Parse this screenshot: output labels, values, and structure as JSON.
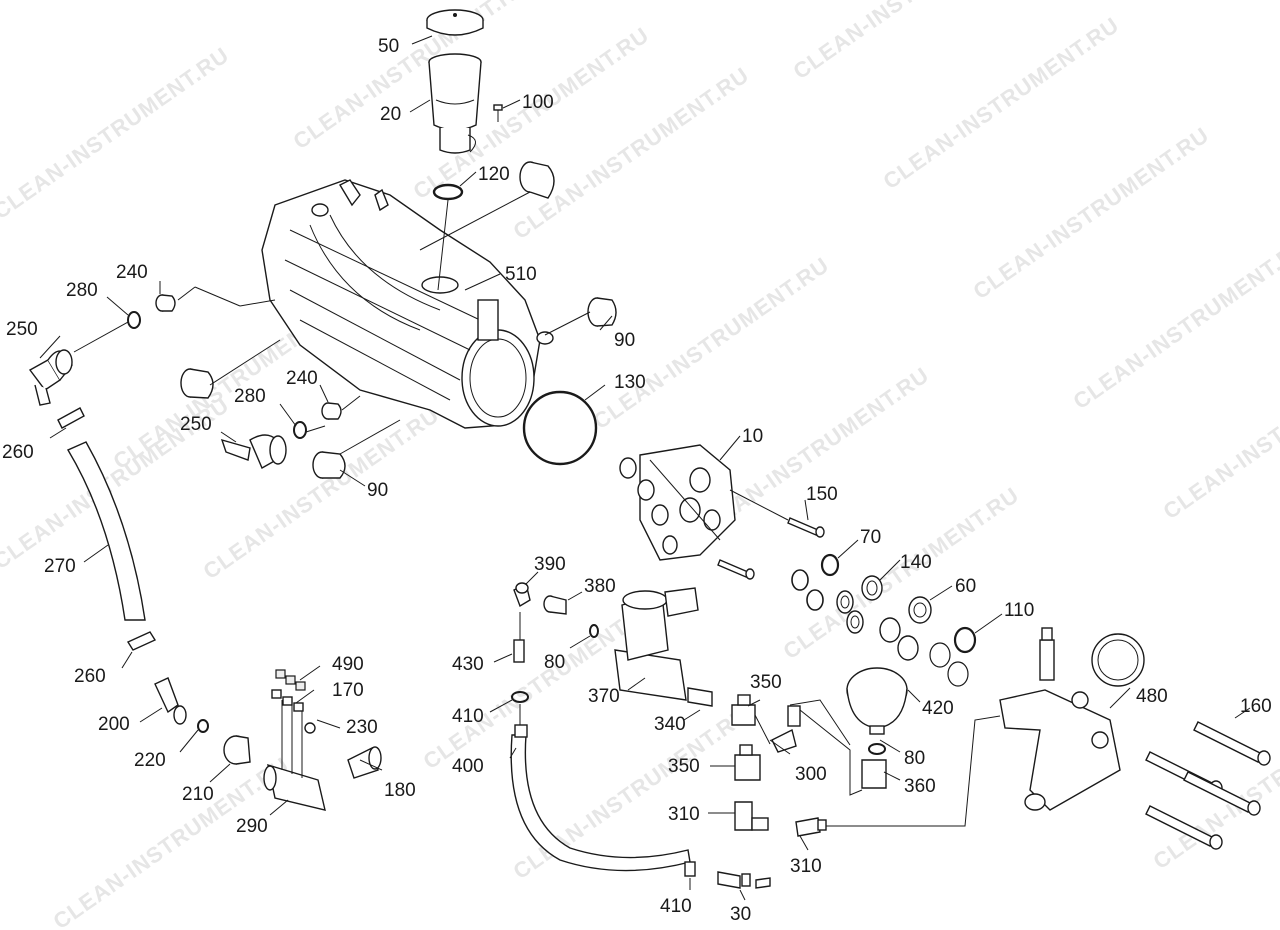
{
  "watermark": "CLEAN-INSTRUMENT.RU",
  "labels": {
    "l50": "50",
    "l20": "20",
    "l100": "100",
    "l120": "120",
    "l510": "510",
    "l240a": "240",
    "l280a": "280",
    "l250a": "250",
    "l90a": "90",
    "l130": "130",
    "l280b": "280",
    "l240b": "240",
    "l250b": "250",
    "l260a": "260",
    "l90b": "90",
    "l10": "10",
    "l150": "150",
    "l70": "70",
    "l140": "140",
    "l60": "60",
    "l110": "110",
    "l270": "270",
    "l390": "390",
    "l380": "380",
    "l80a": "80",
    "l430": "430",
    "l370": "370",
    "l260b": "260",
    "l490": "490",
    "l170": "170",
    "l230": "230",
    "l200": "200",
    "l220": "220",
    "l210": "210",
    "l180": "180",
    "l290": "290",
    "l410a": "410",
    "l340": "340",
    "l350a": "350",
    "l420": "420",
    "l480": "480",
    "l160": "160",
    "l400": "400",
    "l350b": "350",
    "l300": "300",
    "l80b": "80",
    "l360": "360",
    "l310a": "310",
    "l310b": "310",
    "l410b": "410",
    "l30": "30"
  }
}
